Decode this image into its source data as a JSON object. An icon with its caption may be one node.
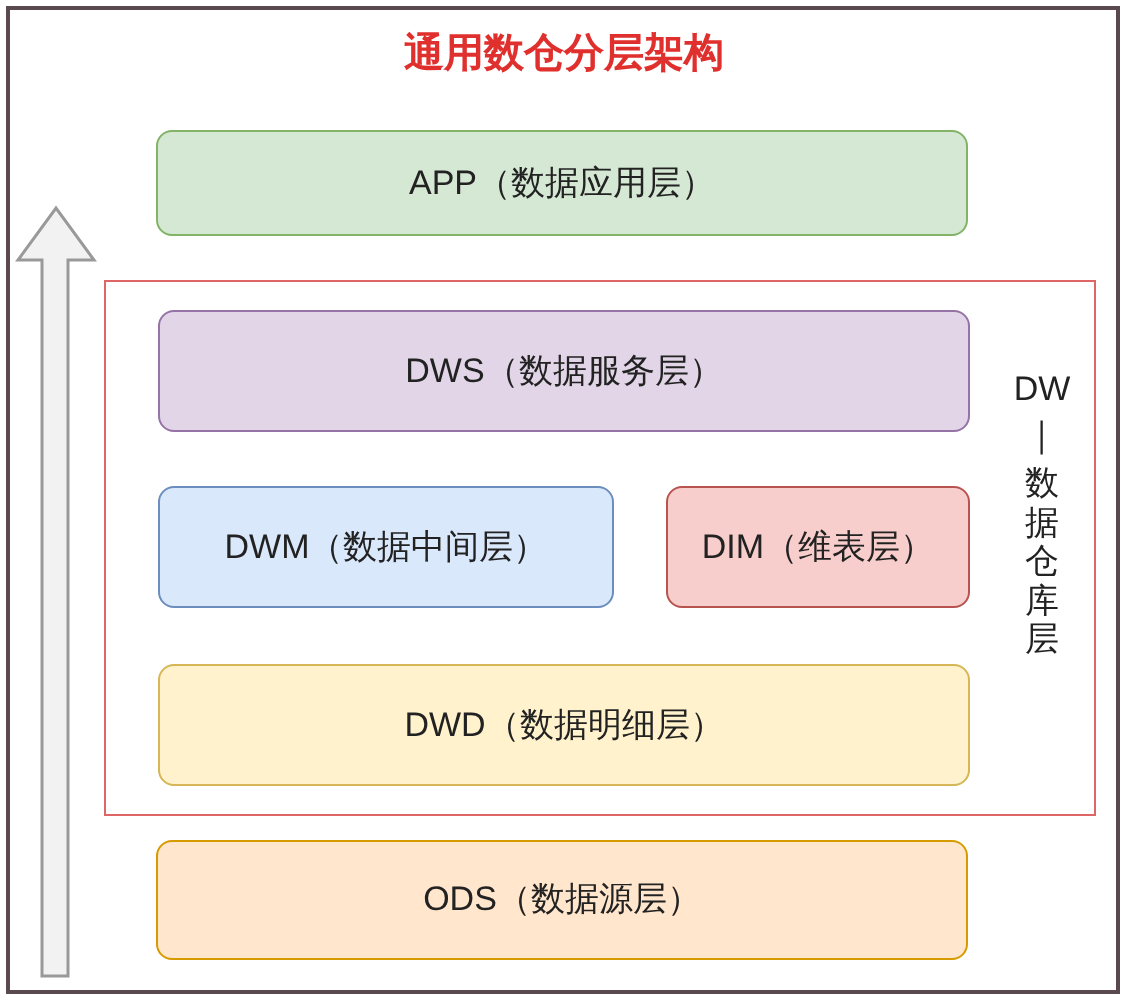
{
  "diagram": {
    "title": "通用数仓分层架构",
    "nodes": [
      {
        "text": [
          "APP（数据应用层）"
        ]
      },
      {
        "text": [
          "DW—数据仓库层"
        ]
      },
      {
        "text": [
          "DWS（数据服务层）"
        ],
        "in": 1
      },
      {
        "text": [
          "DWM（数据中间层）"
        ],
        "in": 1
      },
      {
        "text": [
          "DIM（维表层）"
        ],
        "in": 1
      },
      {
        "text": [
          "DWD（数据明细层）"
        ],
        "in": 1
      },
      {
        "text": [
          "ODS（数据源层）"
        ]
      }
    ]
  }
}
